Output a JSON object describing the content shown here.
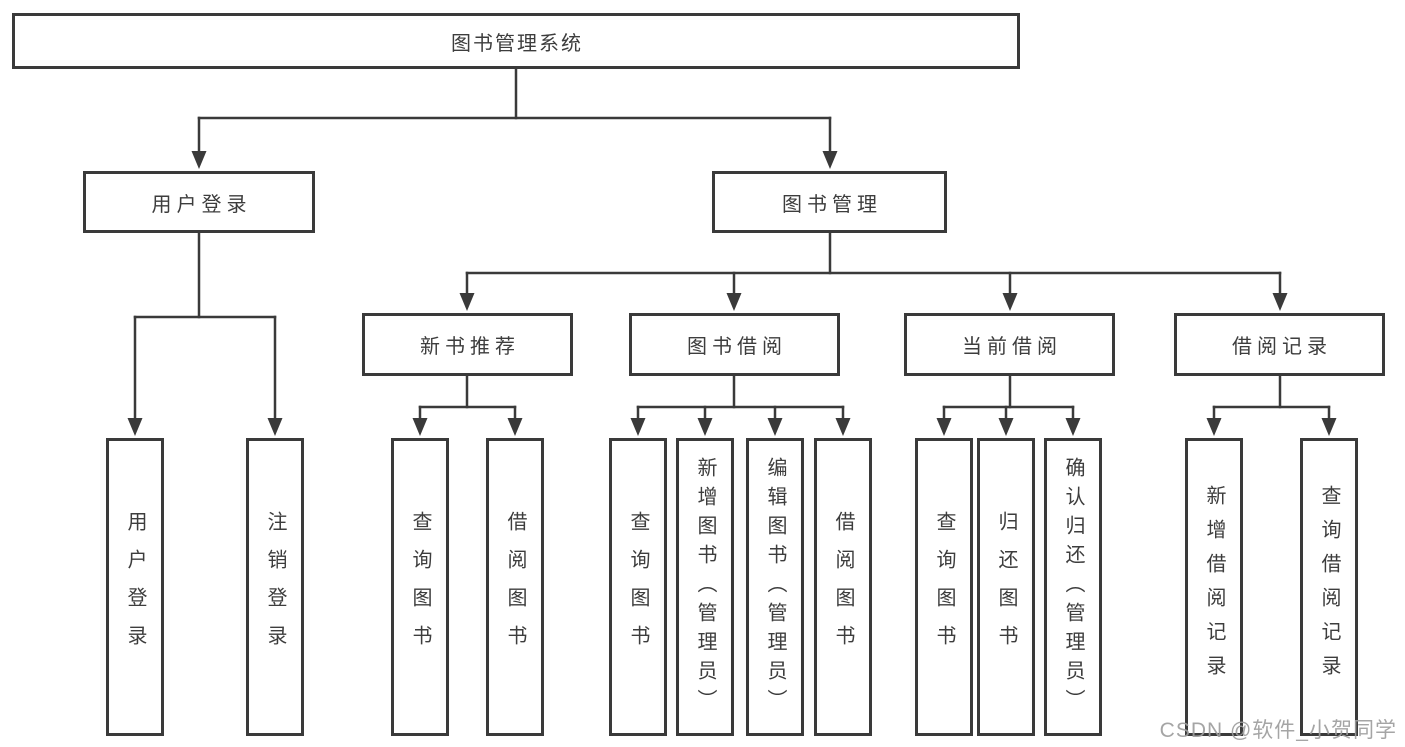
{
  "tree": {
    "root": "图书管理系统",
    "branches": [
      {
        "label": "用户登录",
        "children": [
          "用户登录",
          "注销登录"
        ]
      },
      {
        "label": "图书管理",
        "groups": [
          {
            "label": "新书推荐",
            "children": [
              "查询图书",
              "借阅图书"
            ]
          },
          {
            "label": "图书借阅",
            "children": [
              "查询图书",
              "新增图书（管理员）",
              "编辑图书（管理员）",
              "借阅图书"
            ]
          },
          {
            "label": "当前借阅",
            "children": [
              "查询图书",
              "归还图书",
              "确认归还（管理员）"
            ]
          },
          {
            "label": "借阅记录",
            "children": [
              "新增借阅记录",
              "查询借阅记录"
            ]
          }
        ]
      }
    ]
  },
  "watermark": {
    "text": "CSDN @软件_小贺同学"
  },
  "colors": {
    "line": "#3a3a3a",
    "border": "#3a3a3a",
    "text": "#3d3d3d",
    "watermark": "#9d9d9d",
    "background": "#ffffff"
  }
}
